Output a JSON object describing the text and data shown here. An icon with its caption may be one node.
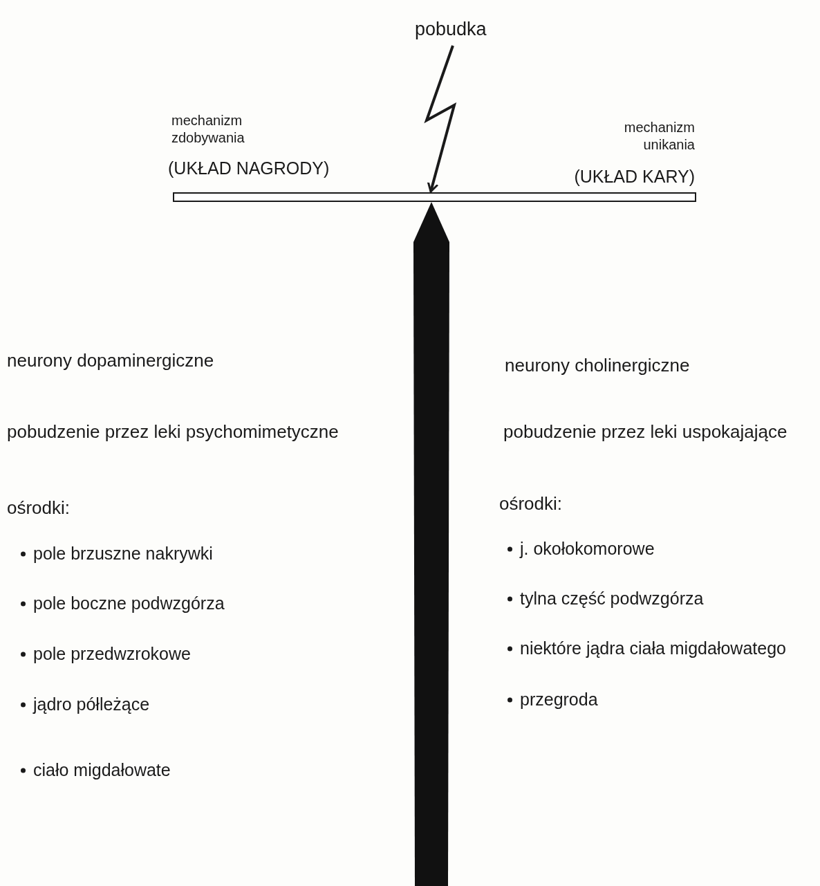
{
  "diagram": {
    "nodes": [
      {
        "text": [
          "pobudka"
        ]
      },
      {
        "text": [],
        "shape": "bar"
      }
    ],
    "edges": [
      {
        "from": 0,
        "to": 1,
        "arrow": "to"
      }
    ],
    "labels": [
      "mechanizm zdobywania",
      "(UKŁAD NAGRODY)",
      "mechanizm unikania",
      "(UKŁAD KARY)",
      "neurony dopaminergiczne",
      "pobudzenie przez leki psychomimetyczne",
      "ośrodki:",
      "pole brzuszne nakrywki",
      "pole boczne podwzgórza",
      "pole przedwzrokowe",
      "jądro półleżące",
      "ciało migdałowate",
      "neurony cholinergiczne",
      "pobudzenie przez leki uspokajające",
      "ośrodki:",
      "j. okołokomorowe",
      "tylna część podwzgórza",
      "niektóre jądra ciała migdałowatego",
      "przegroda"
    ]
  }
}
